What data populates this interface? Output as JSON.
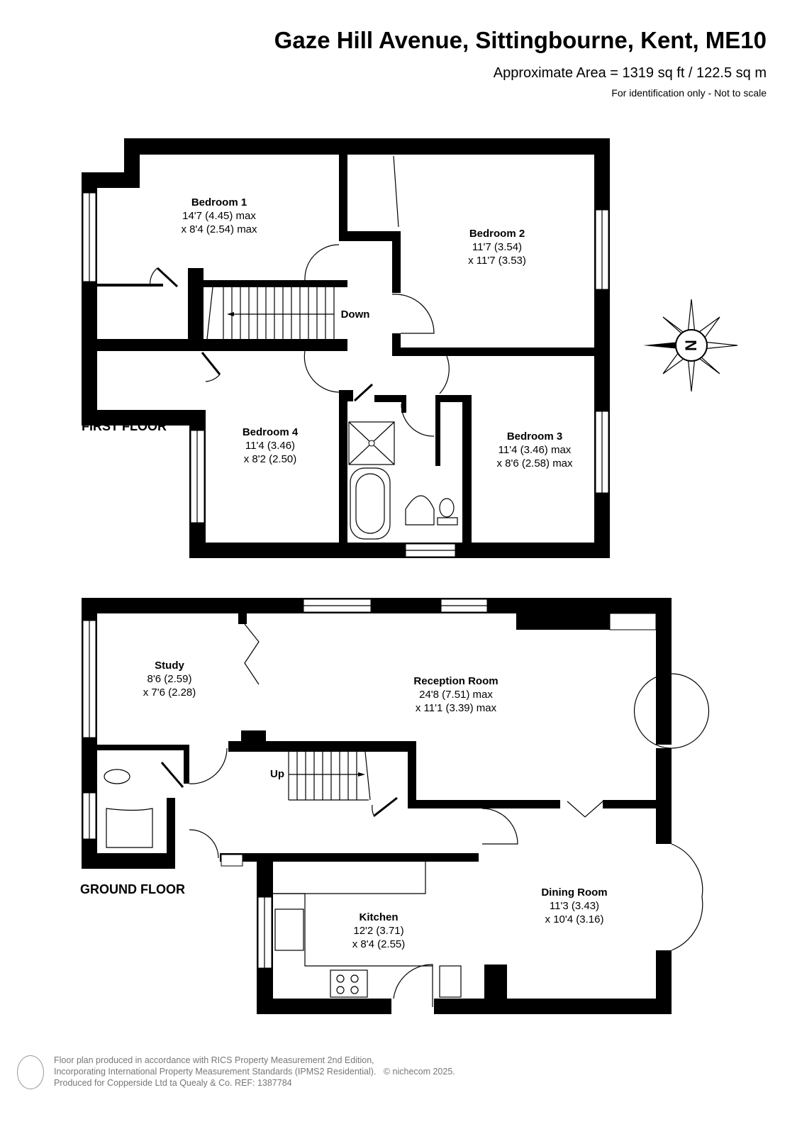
{
  "header": {
    "title": "Gaze Hill Avenue, Sittingbourne, Kent, ME10",
    "area": "Approximate Area = 1319 sq ft / 122.5 sq m",
    "note": "For identification only - Not to scale"
  },
  "first_floor": {
    "label": "FIRST FLOOR",
    "stairs_label": "Down",
    "rooms": [
      {
        "name": "Bedroom 1",
        "dim1": "14'7 (4.45) max",
        "dim2": "x 8'4 (2.54) max"
      },
      {
        "name": "Bedroom 2",
        "dim1": "11'7 (3.54)",
        "dim2": "x 11'7 (3.53)"
      },
      {
        "name": "Bedroom 4",
        "dim1": "11'4 (3.46)",
        "dim2": "x 8'2 (2.50)"
      },
      {
        "name": "Bedroom 3",
        "dim1": "11'4 (3.46) max",
        "dim2": "x 8'6 (2.58) max"
      }
    ]
  },
  "ground_floor": {
    "label": "GROUND FLOOR",
    "stairs_label": "Up",
    "rooms": [
      {
        "name": "Study",
        "dim1": "8'6 (2.59)",
        "dim2": "x 7'6 (2.28)"
      },
      {
        "name": "Reception Room",
        "dim1": "24'8 (7.51) max",
        "dim2": "x 11'1 (3.39) max"
      },
      {
        "name": "Kitchen",
        "dim1": "12'2 (3.71)",
        "dim2": "x 8'4 (2.55)"
      },
      {
        "name": "Dining Room",
        "dim1": "11'3 (3.43)",
        "dim2": "x 10'4 (3.16)"
      }
    ]
  },
  "compass": {
    "label": "N"
  },
  "footer": {
    "line1": "Floor plan produced in accordance with RICS Property Measurement 2nd Edition,",
    "line2": "Incorporating International Property Measurement Standards (IPMS2 Residential).",
    "copyright": "© nichecom 2025.",
    "line3": "Produced for Copperside Ltd ta Quealy & Co.   REF: 1387784"
  }
}
